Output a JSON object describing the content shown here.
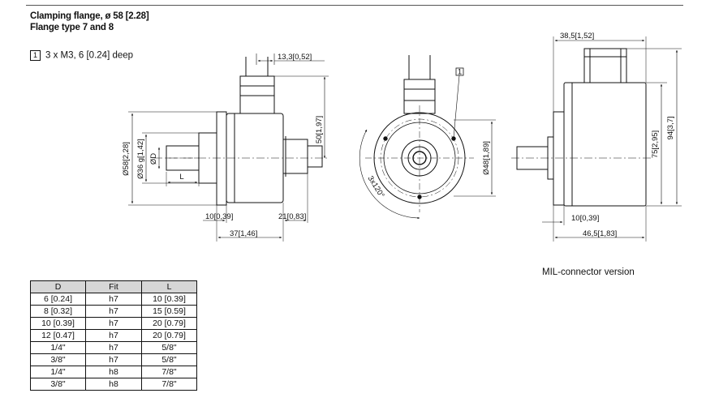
{
  "heading": {
    "line1": "Clamping flange, ø 58 [2.28]",
    "line2": "Flange type 7 and 8"
  },
  "note": {
    "marker": "1",
    "text": "3 x M3, 6 [0.24] deep"
  },
  "side_view": {
    "dims": {
      "cable_offset": "13,3",
      "cable_offset_in": "0,52",
      "height_50": "50",
      "height_50_in": "1,97",
      "dia_58": "Ø58",
      "dia_58_in": "2,28",
      "dia_36": "Ø36 g",
      "dia_36_in": "1,42",
      "shaft_d": "ØD",
      "shaft_l": "L",
      "len_10": "10",
      "len_10_in": "0,39",
      "len_21": "21",
      "len_21_in": "0,83",
      "len_37": "37",
      "len_37_in": "1,46"
    }
  },
  "front_view": {
    "marker": "1",
    "dims": {
      "angle": "3x120°",
      "dia_48": "Ø48",
      "dia_48_in": "1,89"
    }
  },
  "mil_view": {
    "dims": {
      "top_38": "38,5",
      "top_38_in": "1,52",
      "h_75": "75",
      "h_75_in": "2,95",
      "h_94": "94",
      "h_94_in": "3,7",
      "len_10": "10",
      "len_10_in": "0,39",
      "len_46": "46,5",
      "len_46_in": "1,83"
    },
    "caption": "MIL-connector version"
  },
  "table": {
    "headers": [
      "D",
      "Fit",
      "L"
    ],
    "rows": [
      [
        "6 [0.24]",
        "h7",
        "10 [0.39]"
      ],
      [
        "8 [0.32]",
        "h7",
        "15 [0.59]"
      ],
      [
        "10 [0.39]",
        "h7",
        "20 [0.79]"
      ],
      [
        "12 [0.47]",
        "h7",
        "20 [0.79]"
      ],
      [
        "1/4\"",
        "h7",
        "5/8\""
      ],
      [
        "3/8\"",
        "h7",
        "5/8\""
      ],
      [
        "1/4\"",
        "h8",
        "7/8\""
      ],
      [
        "3/8\"",
        "h8",
        "7/8\""
      ]
    ]
  }
}
